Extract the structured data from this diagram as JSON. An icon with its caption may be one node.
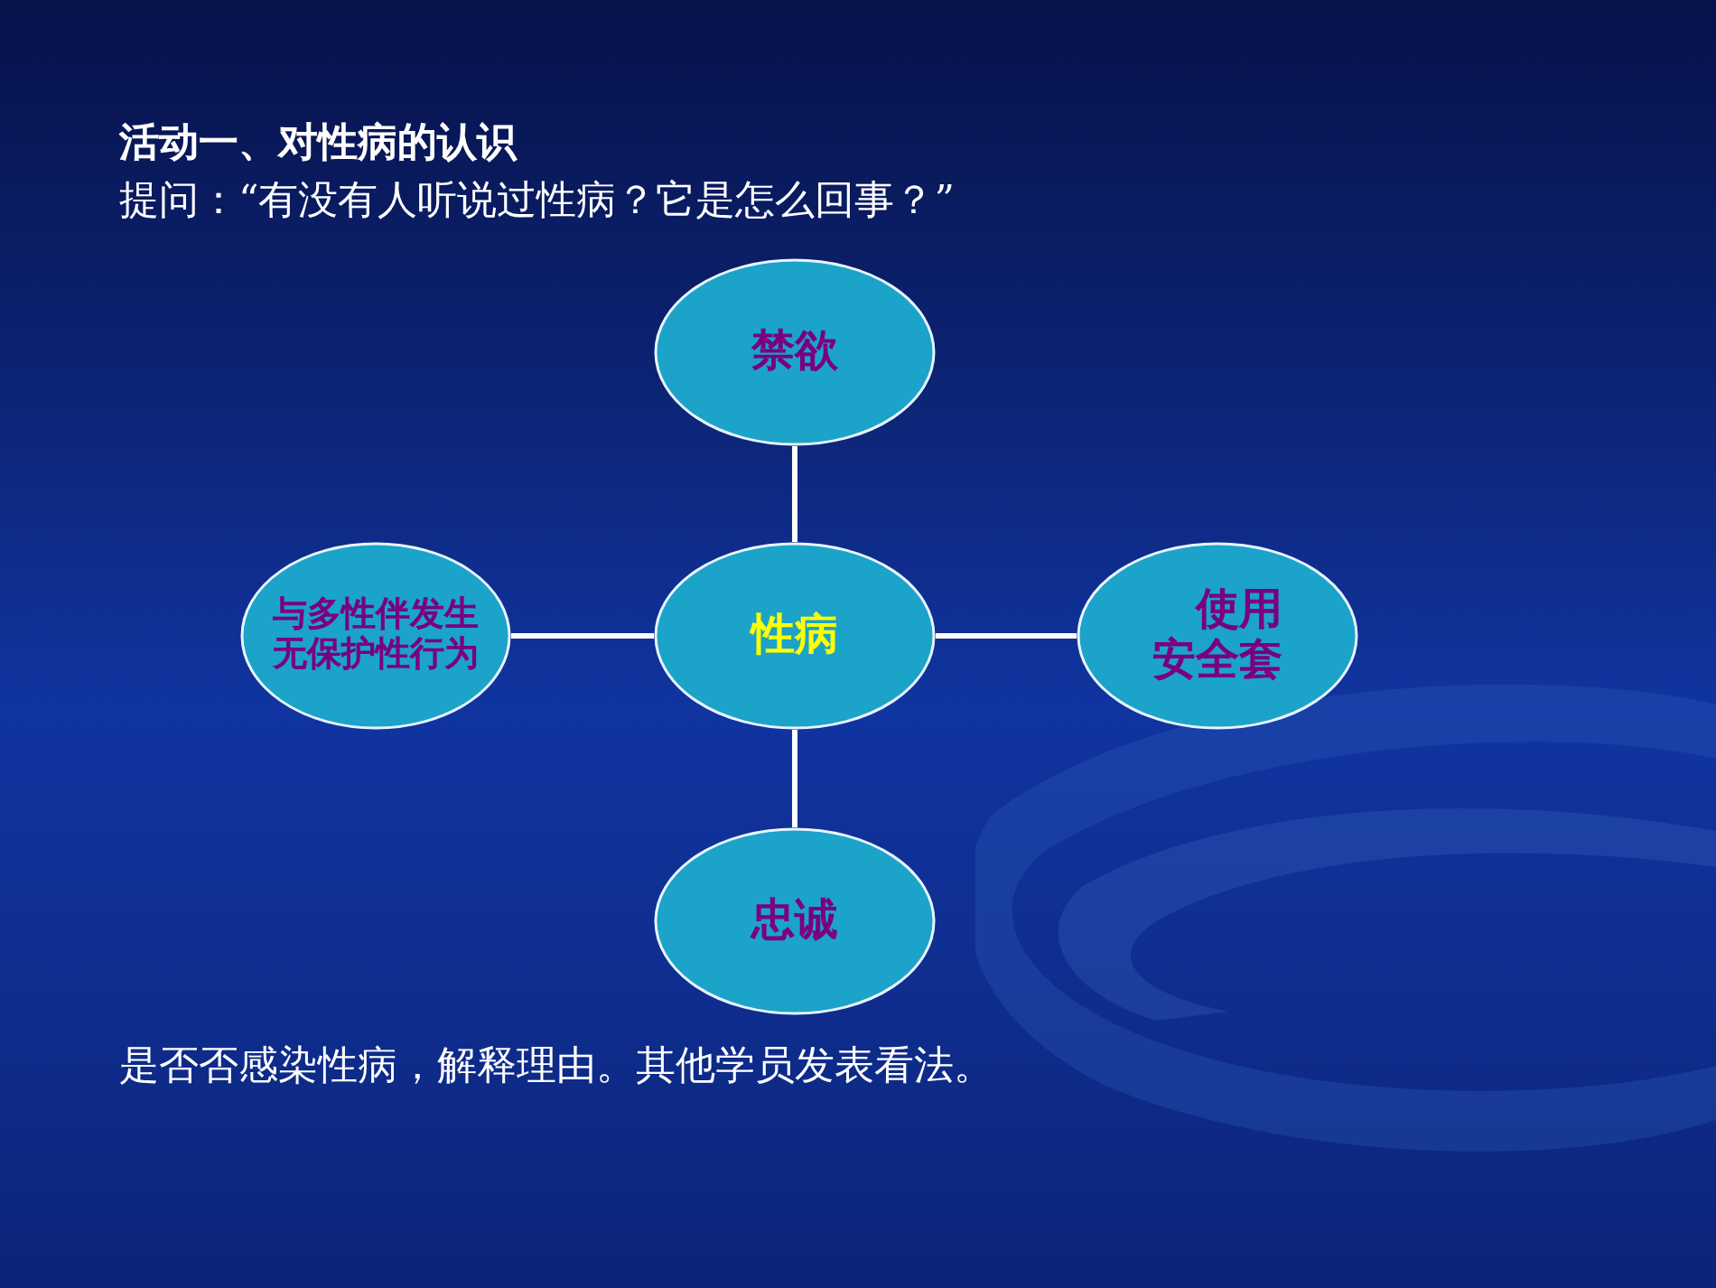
{
  "diagram": {
    "title": "活动一、对性病的认识",
    "nodes": [
      {
        "text": [
          "性病"
        ]
      },
      {
        "text": [
          "禁欲"
        ]
      },
      {
        "text": [
          "与多性伴发生无保护性行为"
        ]
      },
      {
        "text": [
          "使用安全套"
        ]
      },
      {
        "text": [
          "忠诚"
        ]
      }
    ],
    "edges": [
      {
        "from": 0,
        "to": 1,
        "arrow": "none"
      },
      {
        "from": 2,
        "to": 0,
        "arrow": "none"
      },
      {
        "from": 0,
        "to": 3,
        "arrow": "none"
      },
      {
        "from": 0,
        "to": 4,
        "arrow": "none"
      }
    ],
    "labels": [
      "提问：“有没有人听说过性病？它是怎么回事？”",
      "是否否感染性病，解释理由。其他学员发表看法。"
    ]
  }
}
